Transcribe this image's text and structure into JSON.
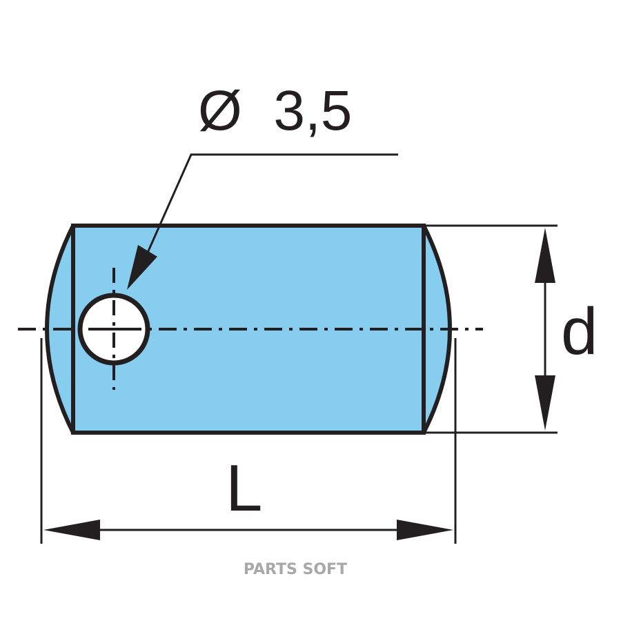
{
  "diagram": {
    "hole_label": "Ø  3,5",
    "diameter_label": "d",
    "length_label": "L",
    "watermark": "PARTS SOFT",
    "colors": {
      "body_fill": "#86cdf0",
      "line": "#231f20",
      "watermark": "#a8a8a8"
    }
  }
}
